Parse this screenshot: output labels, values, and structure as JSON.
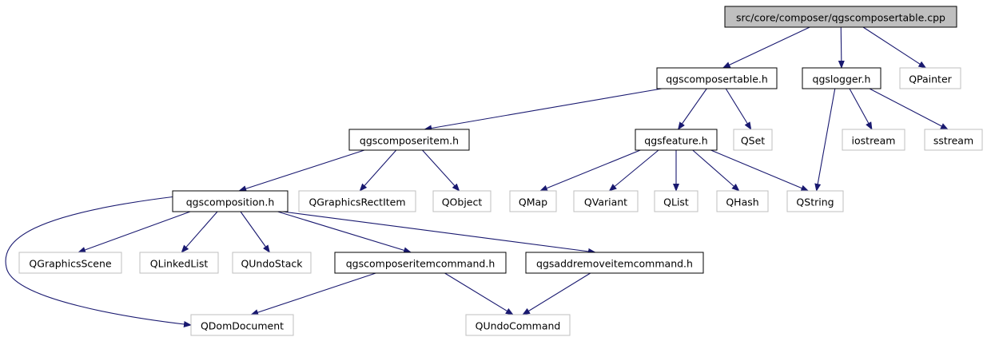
{
  "colors": {
    "edge": "#191970",
    "root_fill": "#bfbfbf",
    "documented_border": "#000000",
    "external_border": "#bfbfbf",
    "external_text": "#404040",
    "background": "#ffffff"
  },
  "nodes": {
    "root": {
      "label": "src/core/composer/qgscomposertable.cpp",
      "kind": "root"
    },
    "qgscomposertable_h": {
      "label": "qgscomposertable.h",
      "kind": "documented"
    },
    "qgslogger_h": {
      "label": "qgslogger.h",
      "kind": "documented"
    },
    "qpainter": {
      "label": "QPainter",
      "kind": "external"
    },
    "qgscomposeritem_h": {
      "label": "qgscomposeritem.h",
      "kind": "documented"
    },
    "qgsfeature_h": {
      "label": "qgsfeature.h",
      "kind": "documented"
    },
    "qset": {
      "label": "QSet",
      "kind": "external"
    },
    "iostream": {
      "label": "iostream",
      "kind": "external"
    },
    "sstream": {
      "label": "sstream",
      "kind": "external"
    },
    "qgscomposition_h": {
      "label": "qgscomposition.h",
      "kind": "documented"
    },
    "qgraphicsrectitem": {
      "label": "QGraphicsRectItem",
      "kind": "external"
    },
    "qobject": {
      "label": "QObject",
      "kind": "external"
    },
    "qmap": {
      "label": "QMap",
      "kind": "external"
    },
    "qvariant": {
      "label": "QVariant",
      "kind": "external"
    },
    "qlist": {
      "label": "QList",
      "kind": "external"
    },
    "qhash": {
      "label": "QHash",
      "kind": "external"
    },
    "qstring": {
      "label": "QString",
      "kind": "external"
    },
    "qgraphicsscene": {
      "label": "QGraphicsScene",
      "kind": "external"
    },
    "qlinkedlist": {
      "label": "QLinkedList",
      "kind": "external"
    },
    "qundostack": {
      "label": "QUndoStack",
      "kind": "external"
    },
    "qgscomposeritemcommand_h": {
      "label": "qgscomposeritemcommand.h",
      "kind": "documented"
    },
    "qgsaddremoveitemcommand_h": {
      "label": "qgsaddremoveitemcommand.h",
      "kind": "documented"
    },
    "qdomdocument": {
      "label": "QDomDocument",
      "kind": "external"
    },
    "qundocommand": {
      "label": "QUndoCommand",
      "kind": "external"
    }
  },
  "edges": [
    [
      "root",
      "qgscomposertable_h"
    ],
    [
      "root",
      "qgslogger_h"
    ],
    [
      "root",
      "qpainter"
    ],
    [
      "qgscomposertable_h",
      "qgscomposeritem_h"
    ],
    [
      "qgscomposertable_h",
      "qgsfeature_h"
    ],
    [
      "qgscomposertable_h",
      "qset"
    ],
    [
      "qgslogger_h",
      "iostream"
    ],
    [
      "qgslogger_h",
      "sstream"
    ],
    [
      "qgslogger_h",
      "qstring"
    ],
    [
      "qgscomposeritem_h",
      "qgscomposition_h"
    ],
    [
      "qgscomposeritem_h",
      "qgraphicsrectitem"
    ],
    [
      "qgscomposeritem_h",
      "qobject"
    ],
    [
      "qgsfeature_h",
      "qmap"
    ],
    [
      "qgsfeature_h",
      "qvariant"
    ],
    [
      "qgsfeature_h",
      "qlist"
    ],
    [
      "qgsfeature_h",
      "qhash"
    ],
    [
      "qgsfeature_h",
      "qstring"
    ],
    [
      "qgscomposition_h",
      "qgraphicsscene"
    ],
    [
      "qgscomposition_h",
      "qlinkedlist"
    ],
    [
      "qgscomposition_h",
      "qundostack"
    ],
    [
      "qgscomposition_h",
      "qgscomposeritemcommand_h"
    ],
    [
      "qgscomposition_h",
      "qgsaddremoveitemcommand_h"
    ],
    [
      "qgscomposition_h",
      "qdomdocument"
    ],
    [
      "qgscomposeritemcommand_h",
      "qdomdocument"
    ],
    [
      "qgscomposeritemcommand_h",
      "qundocommand"
    ],
    [
      "qgsaddremoveitemcommand_h",
      "qundocommand"
    ]
  ]
}
